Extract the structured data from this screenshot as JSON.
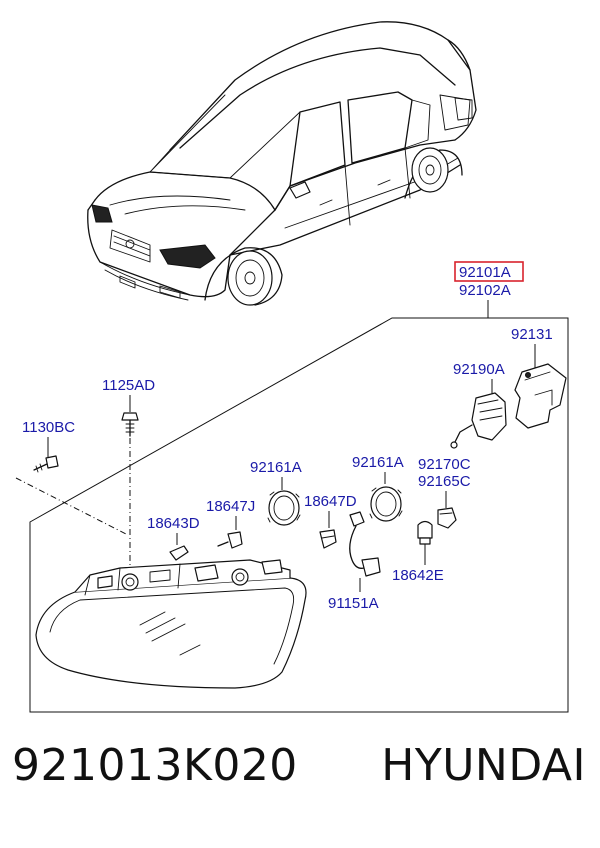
{
  "callouts": {
    "p92101A": "92101A",
    "p92102A": "92102A",
    "p92131": "92131",
    "p92190A": "92190A",
    "p1125AD": "1125AD",
    "p1130BC": "1130BC",
    "p92161A_left": "92161A",
    "p92161A_right": "92161A",
    "p92170C": "92170C",
    "p92165C": "92165C",
    "p18647J": "18647J",
    "p18647D": "18647D",
    "p18643D": "18643D",
    "p18642E": "18642E",
    "p91151A": "91151A"
  },
  "highlight": {
    "part": "92101A",
    "color": "#d9232d"
  },
  "caption": {
    "part_number": "921013K020",
    "brand": "HYUNDAI"
  },
  "colors": {
    "label": "#1a1aa8",
    "line": "#111111"
  }
}
